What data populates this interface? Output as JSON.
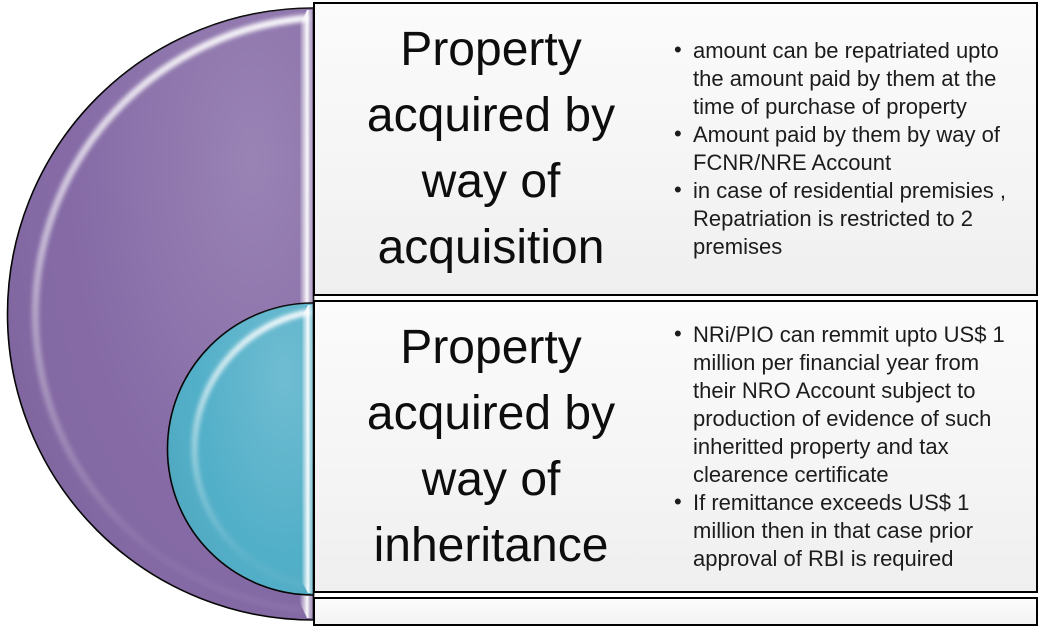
{
  "ui": {
    "bullet_glyph": "•"
  },
  "colors": {
    "purple": "#8064A2",
    "teal": "#4BACC6",
    "box_border": "#000000",
    "box_fill": "#f5f5f5",
    "text": "#1c1c1c"
  },
  "rows": [
    {
      "title": "Property acquired by way of acquisition",
      "bullets": [
        "amount can be repatriated upto the amount paid by them at the time of purchase of property",
        "Amount paid by them by way of FCNR/NRE Account",
        "in case of residential premisies , Repatriation is restricted to 2 premises"
      ]
    },
    {
      "title": "Property acquired by way of inheritance",
      "bullets": [
        "NRi/PIO can remmit upto US$ 1 million per financial year from their NRO Account subject to production of evidence of such inheritted property and tax clearence certificate",
        "If remittance exceeds US$ 1 million then in that case prior approval of RBI is required"
      ]
    }
  ]
}
